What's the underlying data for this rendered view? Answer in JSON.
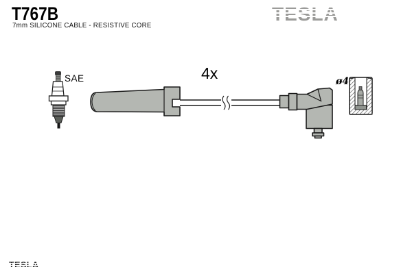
{
  "header": {
    "part_number": "T767B",
    "description": "7mm SILICONE CABLE - RESISTIVE CORE",
    "brand_logo": "TESLA"
  },
  "diagram": {
    "labels": {
      "plug_standard": "SAE",
      "quantity": "4x",
      "terminal_diameter": "ø4"
    },
    "components": {
      "spark_plug": "spark-plug",
      "plug_boot": "straight-spark-plug-boot",
      "cable": "ignition-cable-with-break-symbol",
      "distributor_boot": "angled-distributor-boot",
      "terminal_sleeve": "terminal-sleeve-cross-section"
    },
    "colors": {
      "part_fill": "#b4b7b2",
      "outline": "#1a1a1a"
    }
  },
  "footer": {
    "brand_logo_small": "TESLA"
  },
  "colors": {
    "brand_gray": "#9b9b99"
  }
}
